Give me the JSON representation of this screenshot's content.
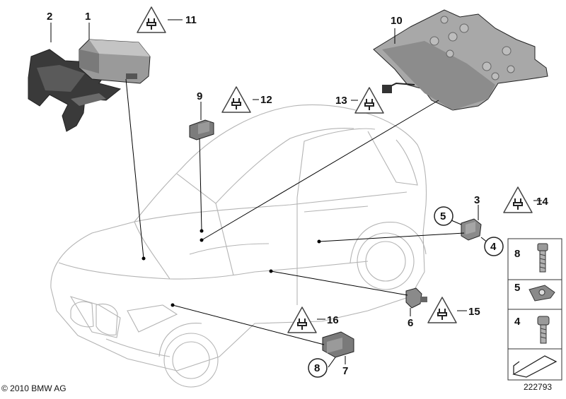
{
  "callouts": {
    "n1": "1",
    "n2": "2",
    "n3": "3",
    "n4": "4",
    "n5": "5",
    "n6": "6",
    "n7": "7",
    "n8": "8",
    "n9": "9",
    "n10": "10",
    "n11": "11",
    "n12": "12",
    "n13": "13",
    "n14": "14",
    "n15": "15",
    "n16": "16"
  },
  "legend": {
    "row1": "8",
    "row2": "5",
    "row3": "4"
  },
  "footer": {
    "copyright": "© 2010 BMW AG",
    "diagram_id": "222793"
  },
  "colors": {
    "car_outline": "#b4b4b4",
    "part_fill": "#8c8c8c",
    "panel_fill": "#a0a0a0"
  }
}
